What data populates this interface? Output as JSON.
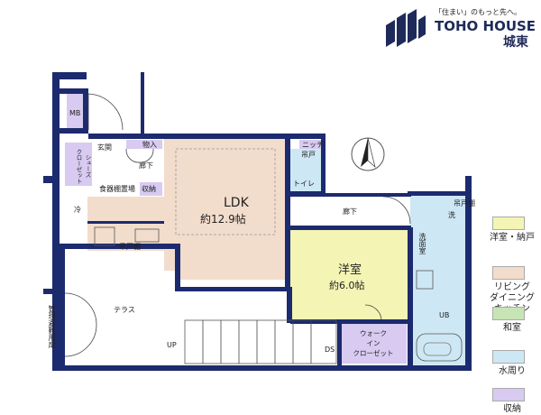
{
  "brand": {
    "tagline": "「住まい」のもっと先へ。",
    "name": "TOHO HOUSE",
    "branch": "城東"
  },
  "rooms": {
    "ldk_name": "LDK",
    "ldk_size": "約12.9帖",
    "western_name": "洋室",
    "western_size": "約6.0帖",
    "mb": "MB",
    "entrance": "玄関",
    "storage": "物入",
    "hallway_small": "廊下",
    "shoes_closet": "シューズ\nクローゼット",
    "dishwasher": "食器棚置場",
    "storage2": "収納",
    "fridge": "冷",
    "hanging_cabinet": "吊戸棚",
    "niche": "ニッチ",
    "hanging_door": "吊戸",
    "toilet": "トイレ",
    "hallway": "廊下",
    "washroom": "洗面室",
    "hanging_cabinet2": "吊戸棚",
    "washer": "洗",
    "ub": "UB",
    "walkin": "ウォーク\nイン\nクローゼット",
    "terrace": "テラス",
    "evac": "管理避難用扉",
    "up": "UP",
    "ds": "DS"
  },
  "legend": [
    {
      "label": "洋室・納戸",
      "color": "#f4f4b4"
    },
    {
      "label": "リビング\nダイニング\nキッチン",
      "color": "#f2dccb"
    },
    {
      "label": "和室",
      "color": "#c7e4b4"
    },
    {
      "label": "水周り",
      "color": "#cde8f4"
    },
    {
      "label": "収納",
      "color": "#d8caf0"
    }
  ],
  "colors": {
    "wall": "#1c2a6e",
    "ldk": "#f2dccb",
    "western": "#f4f4b4",
    "water": "#cde8f4",
    "storage": "#d8caf0"
  }
}
